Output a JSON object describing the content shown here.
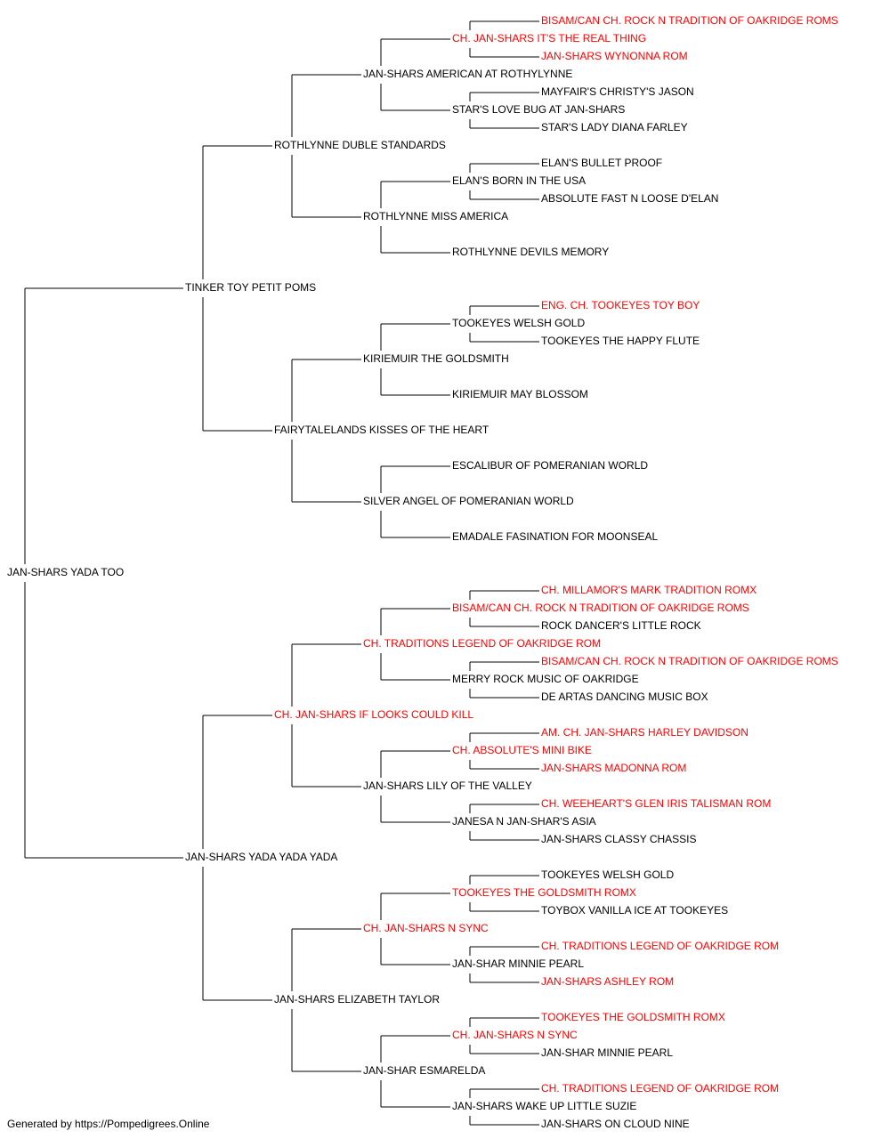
{
  "colors": {
    "champion": "#ff0000",
    "normal": "#000000",
    "line": "#000000"
  },
  "pedigree": {
    "name": "JAN-SHARS YADA TOO",
    "ch": false,
    "sire": {
      "name": "TINKER TOY PETIT POMS",
      "ch": false,
      "sire": {
        "name": "ROTHLYNNE DUBLE STANDARDS",
        "ch": false,
        "sire": {
          "name": "JAN-SHARS AMERICAN AT ROTHYLYNNE",
          "ch": false,
          "sire": {
            "name": "CH. JAN-SHARS IT'S THE REAL THING",
            "ch": true,
            "sire": {
              "name": "BISAM/CAN CH. ROCK N TRADITION OF OAKRIDGE ROMS",
              "ch": true
            },
            "dam": {
              "name": "JAN-SHARS WYNONNA ROM",
              "ch": true
            }
          },
          "dam": {
            "name": "STAR'S LOVE BUG AT JAN-SHARS",
            "ch": false,
            "sire": {
              "name": "MAYFAIR'S CHRISTY'S JASON",
              "ch": false
            },
            "dam": {
              "name": "STAR'S LADY DIANA FARLEY",
              "ch": false
            }
          }
        },
        "dam": {
          "name": "ROTHLYNNE MISS AMERICA",
          "ch": false,
          "sire": {
            "name": "ELAN'S BORN IN THE USA",
            "ch": false,
            "sire": {
              "name": "ELAN'S BULLET PROOF",
              "ch": false
            },
            "dam": {
              "name": "ABSOLUTE FAST N LOOSE D'ELAN",
              "ch": false
            }
          },
          "dam": {
            "name": "ROTHLYNNE DEVILS MEMORY",
            "ch": false
          }
        }
      },
      "dam": {
        "name": "FAIRYTALELANDS KISSES OF THE HEART",
        "ch": false,
        "sire": {
          "name": "KIRIEMUIR THE GOLDSMITH",
          "ch": false,
          "sire": {
            "name": "TOOKEYES WELSH GOLD",
            "ch": false,
            "sire": {
              "name": "ENG. CH. TOOKEYES TOY BOY",
              "ch": true
            },
            "dam": {
              "name": "TOOKEYES THE HAPPY FLUTE",
              "ch": false
            }
          },
          "dam": {
            "name": "KIRIEMUIR MAY BLOSSOM",
            "ch": false
          }
        },
        "dam": {
          "name": "SILVER ANGEL OF POMERANIAN WORLD",
          "ch": false,
          "sire": {
            "name": "ESCALIBUR OF POMERANIAN WORLD",
            "ch": false
          },
          "dam": {
            "name": "EMADALE FASINATION FOR MOONSEAL",
            "ch": false
          }
        }
      }
    },
    "dam": {
      "name": "JAN-SHARS YADA YADA YADA",
      "ch": false,
      "sire": {
        "name": "CH. JAN-SHARS IF LOOKS COULD KILL",
        "ch": true,
        "sire": {
          "name": "CH. TRADITIONS LEGEND OF OAKRIDGE ROM",
          "ch": true,
          "sire": {
            "name": "BISAM/CAN CH. ROCK N TRADITION OF OAKRIDGE ROMS",
            "ch": true,
            "sire": {
              "name": "CH. MILLAMOR'S MARK TRADITION ROMX",
              "ch": true
            },
            "dam": {
              "name": "ROCK DANCER'S LITTLE ROCK",
              "ch": false
            }
          },
          "dam": {
            "name": "MERRY ROCK MUSIC OF OAKRIDGE",
            "ch": false,
            "sire": {
              "name": "BISAM/CAN CH. ROCK N TRADITION OF OAKRIDGE ROMS",
              "ch": true
            },
            "dam": {
              "name": "DE ARTAS DANCING MUSIC BOX",
              "ch": false
            }
          }
        },
        "dam": {
          "name": "JAN-SHARS LILY OF THE VALLEY",
          "ch": false,
          "sire": {
            "name": "CH. ABSOLUTE'S MINI BIKE",
            "ch": true,
            "sire": {
              "name": "AM. CH. JAN-SHARS HARLEY DAVIDSON",
              "ch": true
            },
            "dam": {
              "name": "JAN-SHARS MADONNA ROM",
              "ch": true
            }
          },
          "dam": {
            "name": "JANESA N JAN-SHAR'S ASIA",
            "ch": false,
            "sire": {
              "name": "CH. WEEHEART'S GLEN IRIS TALISMAN ROM",
              "ch": true
            },
            "dam": {
              "name": "JAN-SHARS CLASSY CHASSIS",
              "ch": false
            }
          }
        }
      },
      "dam": {
        "name": "JAN-SHARS ELIZABETH TAYLOR",
        "ch": false,
        "sire": {
          "name": "CH. JAN-SHARS N SYNC",
          "ch": true,
          "sire": {
            "name": "TOOKEYES THE GOLDSMITH ROMX",
            "ch": true,
            "sire": {
              "name": "TOOKEYES WELSH GOLD",
              "ch": false
            },
            "dam": {
              "name": "TOYBOX VANILLA ICE AT TOOKEYES",
              "ch": false
            }
          },
          "dam": {
            "name": "JAN-SHAR MINNIE PEARL",
            "ch": false,
            "sire": {
              "name": "CH. TRADITIONS LEGEND OF OAKRIDGE ROM",
              "ch": true
            },
            "dam": {
              "name": "JAN-SHARS ASHLEY ROM",
              "ch": true
            }
          }
        },
        "dam": {
          "name": "JAN-SHAR ESMARELDA",
          "ch": false,
          "sire": {
            "name": "CH. JAN-SHARS N SYNC",
            "ch": true,
            "sire": {
              "name": "TOOKEYES THE GOLDSMITH ROMX",
              "ch": true
            },
            "dam": {
              "name": "JAN-SHAR MINNIE PEARL",
              "ch": false
            }
          },
          "dam": {
            "name": "JAN-SHARS WAKE UP LITTLE SUZIE",
            "ch": false,
            "sire": {
              "name": "CH. TRADITIONS LEGEND OF OAKRIDGE ROM",
              "ch": true
            },
            "dam": {
              "name": "JAN-SHARS ON CLOUD NINE",
              "ch": false
            }
          }
        }
      }
    }
  },
  "footer": {
    "text": "Generated by https://Pompedigrees.Online"
  }
}
